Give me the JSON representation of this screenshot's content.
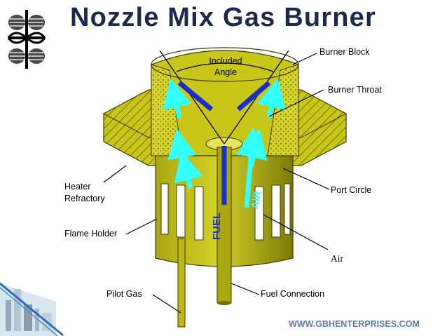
{
  "title": "Nozzle Mix Gas Burner",
  "labels": {
    "burner_block": "Burner Block",
    "included_angle_line1": "Included",
    "included_angle_line2": "Angle",
    "burner_throat": "Burner Throat",
    "heater_refractory_line1": "Heater",
    "heater_refractory_line2": "Refractory",
    "port_circle": "Port Circle",
    "flame_holder": "Flame Holder",
    "air_outside": "Air",
    "pilot_gas": "Pilot Gas",
    "fuel_connection": "Fuel Connection",
    "fuel_on_pipe": "FUEL",
    "air_on_body": "AIR"
  },
  "footer_url": "WWW.GBHENTERPRISES.COM",
  "colors": {
    "title": "#1d2a4c",
    "metal": "#c8c619",
    "metal_dark": "#6e6d08",
    "air_arrow": "#33ffff",
    "fuel_arrow": "#1a2ec9",
    "footer": "#5c7ba7"
  }
}
